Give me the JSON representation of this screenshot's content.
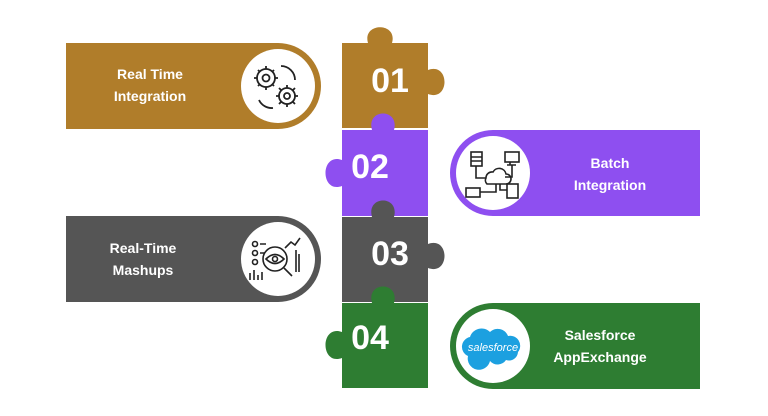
{
  "steps": [
    {
      "number": "01",
      "line1": "Real Time",
      "line2": "Integration",
      "color": "#B07D2A",
      "icon": "gears-icon"
    },
    {
      "number": "02",
      "line1": "Batch",
      "line2": "Integration",
      "color": "#8E4FF0",
      "icon": "batch-network-icon"
    },
    {
      "number": "03",
      "line1": "Real-Time",
      "line2": "Mashups",
      "color": "#555555",
      "icon": "analytics-eye-icon"
    },
    {
      "number": "04",
      "line1": "Salesforce",
      "line2": "AppExchange",
      "color": "#2E7D32",
      "icon": "salesforce-logo",
      "logo_text": "salesforce"
    }
  ]
}
